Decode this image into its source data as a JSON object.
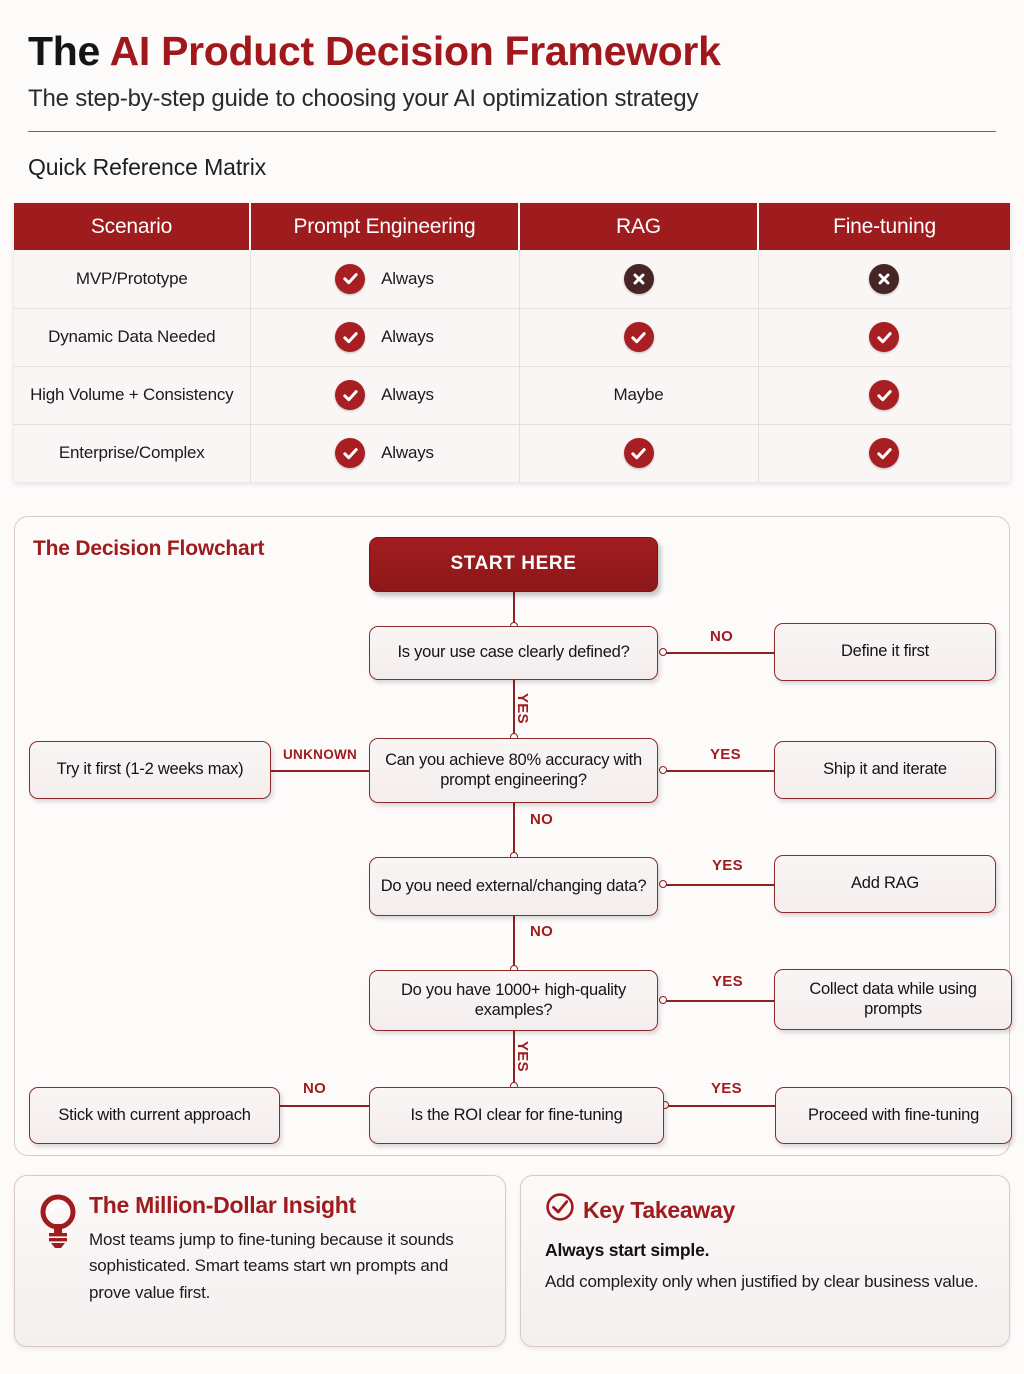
{
  "header": {
    "title_dark": "The",
    "title_red": "AI Product Decision Framework",
    "subtitle": "The step-by-step guide to choosing your AI optimization strategy"
  },
  "matrix": {
    "section_title": "Quick Reference Matrix",
    "columns": [
      "Scenario",
      "Prompt Engineering",
      "RAG",
      "Fine-tuning"
    ],
    "rows": [
      {
        "scenario": "MVP/Prototype",
        "prompt": {
          "icon": "check-icon",
          "label": "Always"
        },
        "rag": {
          "icon": "cross-icon",
          "label": ""
        },
        "fine": {
          "icon": "cross-icon",
          "label": ""
        }
      },
      {
        "scenario": "Dynamic Data Needed",
        "prompt": {
          "icon": "check-icon",
          "label": "Always"
        },
        "rag": {
          "icon": "check-icon",
          "label": ""
        },
        "fine": {
          "icon": "check-icon",
          "label": ""
        }
      },
      {
        "scenario": "High Volume + Consistency",
        "prompt": {
          "icon": "check-icon",
          "label": "Always"
        },
        "rag": {
          "icon": "text",
          "label": "Maybe"
        },
        "fine": {
          "icon": "check-icon",
          "label": ""
        }
      },
      {
        "scenario": "Enterprise/Complex",
        "prompt": {
          "icon": "check-icon",
          "label": "Always"
        },
        "rag": {
          "icon": "check-icon",
          "label": ""
        },
        "fine": {
          "icon": "check-icon",
          "label": ""
        }
      }
    ]
  },
  "flowchart": {
    "title": "The Decision Flowchart",
    "nodes": {
      "start": "START HERE",
      "q1": "Is your use case clearly defined?",
      "q1_no": "Define it first",
      "q2": "Can you achieve 80% accuracy with prompt engineering?",
      "q2_yes": "Ship it and iterate",
      "q2_unknown": "Try it first (1-2 weeks max)",
      "q3": "Do you need external/changing data?",
      "q3_yes": "Add RAG",
      "q4": "Do you have 1000+ high-quality examples?",
      "q4_yes": "Collect data while using prompts",
      "q5": "Is the ROI clear for fine-tuning",
      "q5_yes": "Proceed with fine-tuning",
      "q5_no": "Stick with current approach"
    },
    "edges": {
      "q1_to_define": "NO",
      "q1_to_q2": "YES",
      "q2_to_try": "UNKNOWN",
      "q2_to_ship": "YES",
      "q2_to_q3": "NO",
      "q3_to_rag": "YES",
      "q3_to_q4": "NO",
      "q4_to_collect": "YES",
      "q4_to_q5": "YES",
      "q5_to_proceed": "YES",
      "q5_to_stick": "NO"
    }
  },
  "cards": {
    "insight": {
      "icon": "lightbulb-icon",
      "heading": "The Million-Dollar Insight",
      "body": "Most teams jump to fine-tuning because it sounds sophisticated. Smart teams start wn prompts and prove value first."
    },
    "takeaway": {
      "icon": "check-circle-icon",
      "heading": "Key Takeaway",
      "strong": "Always start simple.",
      "body": "Add complexity only when justified by clear business value."
    }
  },
  "colors": {
    "brand_red": "#9e1b1e",
    "accent_crimson": "#a81f23",
    "cross_brown": "#472524",
    "page_bg": "#fdfafa"
  }
}
